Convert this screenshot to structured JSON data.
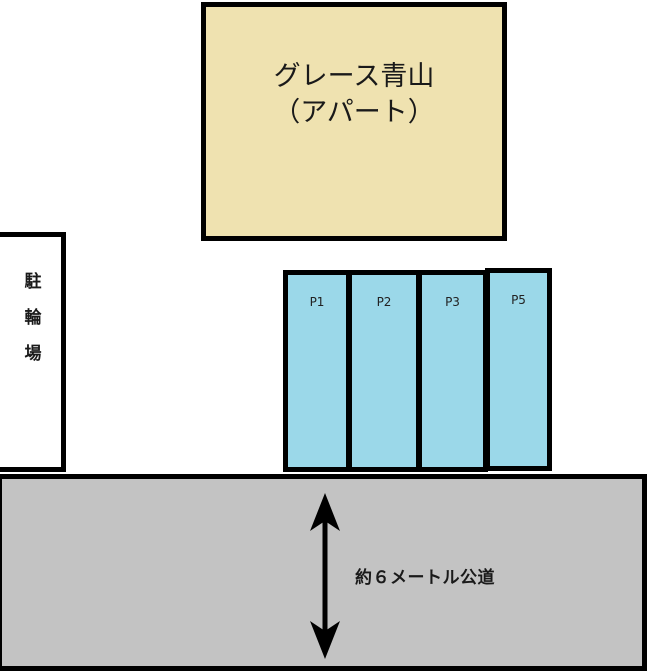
{
  "apartment": {
    "name_line1": "グレース青山",
    "name_line2": "（アパート）",
    "fill_color": "#efe2b0"
  },
  "bike_parking": {
    "chars": [
      "駐",
      "輪",
      "場"
    ],
    "label": "駐輪場"
  },
  "parking_spots": [
    {
      "label": "P1"
    },
    {
      "label": "P2"
    },
    {
      "label": "P3"
    },
    {
      "label": "P5"
    }
  ],
  "parking_fill_color": "#9bd8e9",
  "road": {
    "label": "約６メートル公道",
    "fill_color": "#c3c3c3",
    "arrow": "double-headed-vertical-arrow"
  }
}
